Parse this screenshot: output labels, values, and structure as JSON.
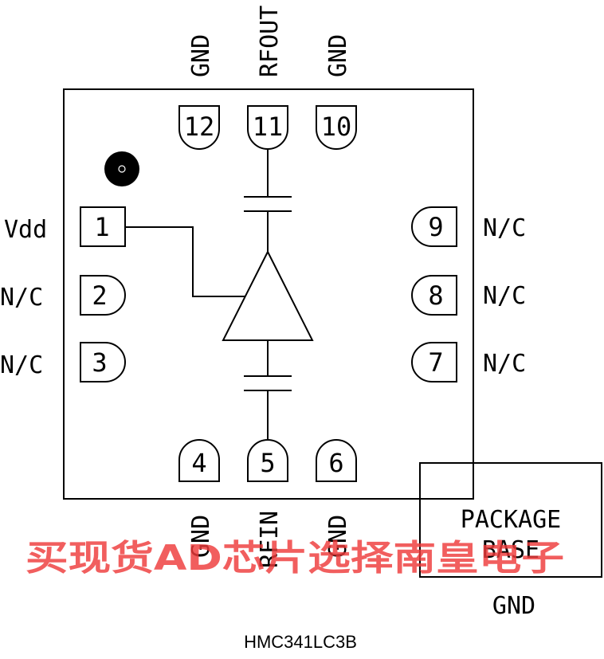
{
  "pins": {
    "p1": {
      "num": "1",
      "label": "Vdd"
    },
    "p2": {
      "num": "2",
      "label": "N/C"
    },
    "p3": {
      "num": "3",
      "label": "N/C"
    },
    "p4": {
      "num": "4",
      "label": "GND"
    },
    "p5": {
      "num": "5",
      "label": "RFIN"
    },
    "p6": {
      "num": "6",
      "label": "GND"
    },
    "p7": {
      "num": "7",
      "label": "N/C"
    },
    "p8": {
      "num": "8",
      "label": "N/C"
    },
    "p9": {
      "num": "9",
      "label": "N/C"
    },
    "p10": {
      "num": "10",
      "label": "GND"
    },
    "p11": {
      "num": "11",
      "label": "RFOUT"
    },
    "p12": {
      "num": "12",
      "label": "GND"
    }
  },
  "package_base": {
    "line1": "PACKAGE",
    "line2": "BASE",
    "label": "GND"
  },
  "part_number": "HMC341LC3B",
  "watermark": "买现货AD芯片选择南皇电子",
  "colors": {
    "watermark": "#ee3a3a",
    "line": "#000000",
    "background": "#ffffff"
  }
}
